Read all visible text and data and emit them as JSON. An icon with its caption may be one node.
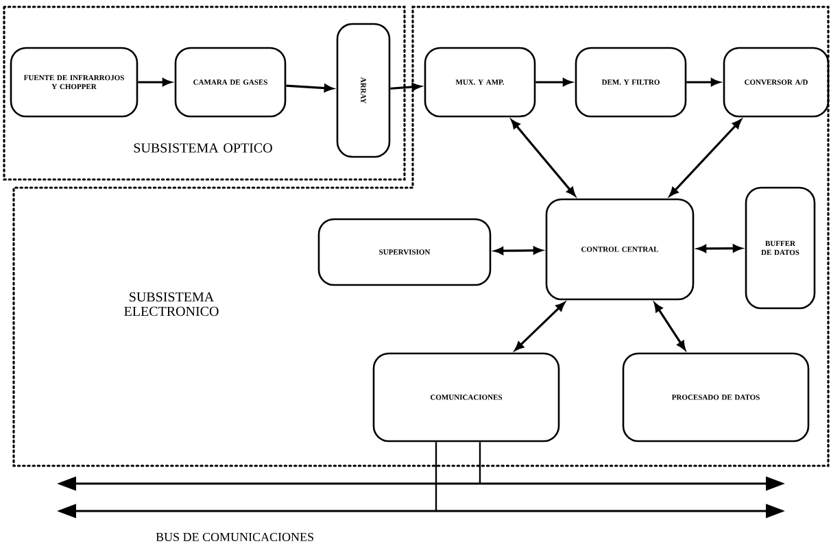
{
  "diagram": {
    "nodes": [
      {
        "text": [
          "SUBSISTEMA OPTICO"
        ]
      },
      {
        "text": [
          "FUENTE DE INFRARROJOS Y CHOPPER"
        ],
        "in": 0
      },
      {
        "text": [
          "CAMARA DE GASES"
        ],
        "in": 0
      },
      {
        "text": [
          "ARRAY"
        ],
        "in": 0
      },
      {
        "text": [
          "SUBSISTEMA ELECTRONICO"
        ]
      },
      {
        "text": [
          "MUX. Y AMP."
        ],
        "in": 4
      },
      {
        "text": [
          "DEM. Y FILTRO"
        ],
        "in": 4
      },
      {
        "text": [
          "CONVERSOR A/D"
        ],
        "in": 4
      },
      {
        "text": [
          "SUPERVISION"
        ],
        "in": 4
      },
      {
        "text": [
          "CONTROL CENTRAL"
        ],
        "in": 4
      },
      {
        "text": [
          "BUFFER DE DATOS"
        ],
        "in": 4
      },
      {
        "text": [
          "COMUNICACIONES"
        ],
        "in": 4
      },
      {
        "text": [
          "PROCESADO DE DATOS"
        ],
        "in": 4
      },
      {
        "text": [],
        "shape": "bar"
      },
      {
        "text": [],
        "shape": "bar"
      }
    ],
    "edges": [
      {
        "from": 1,
        "to": 2,
        "arrow": "to"
      },
      {
        "from": 2,
        "to": 3,
        "arrow": "to"
      },
      {
        "from": 3,
        "to": 5,
        "arrow": "to"
      },
      {
        "from": 5,
        "to": 6,
        "arrow": "to"
      },
      {
        "from": 6,
        "to": 7,
        "arrow": "to"
      },
      {
        "from": 9,
        "to": 5,
        "arrow": "both"
      },
      {
        "from": 9,
        "to": 7,
        "arrow": "both"
      },
      {
        "from": 8,
        "to": 9,
        "arrow": "both"
      },
      {
        "from": 9,
        "to": 10,
        "arrow": "both"
      },
      {
        "from": 9,
        "to": 11,
        "arrow": "both"
      },
      {
        "from": 9,
        "to": 12,
        "arrow": "both"
      },
      {
        "from": 11,
        "to": 13,
        "arrow": "none"
      },
      {
        "from": 11,
        "to": 14,
        "arrow": "none"
      }
    ],
    "labels": [
      "BUS DE COMUNICACIONES"
    ]
  }
}
